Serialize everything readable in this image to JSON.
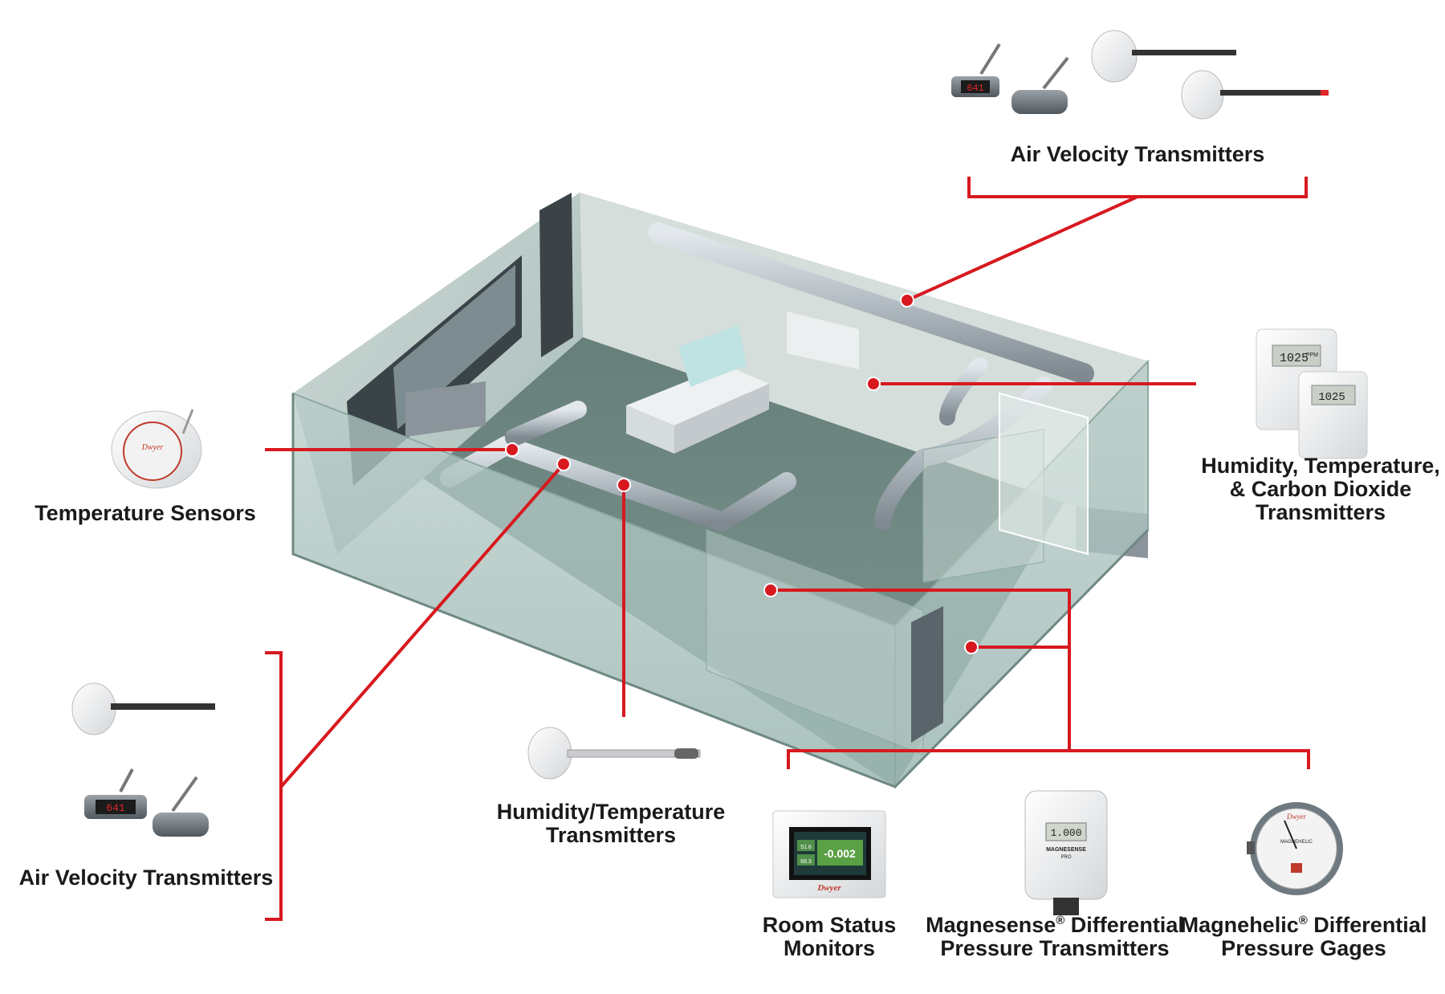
{
  "labels": {
    "air_velocity_top": "Air Velocity Transmitters",
    "hum_temp_co2": [
      "Humidity, Temperature,",
      "& Carbon Dioxide",
      "Transmitters"
    ],
    "temperature_sensors": "Temperature Sensors",
    "air_velocity_left": "Air Velocity Transmitters",
    "hum_temp": [
      "Humidity/Temperature",
      "Transmitters"
    ],
    "room_status": [
      "Room Status",
      "Monitors"
    ],
    "magnesense": {
      "name": "Magnesense",
      "reg": "®",
      "rest": " Differential",
      "line2": "Pressure Transmitters"
    },
    "magnehelic": {
      "name": "Magnehelic",
      "reg": "®",
      "rest": " Differential",
      "line2": "Pressure Gages"
    }
  },
  "device_text": {
    "display_value": "641",
    "co2_reading": "1025",
    "co2_unit": "PPM",
    "monitor_main": "-0.002",
    "monitor_small_1": "51.6",
    "monitor_small_2": "68.3",
    "brand": "Dwyer",
    "magnesense_reading": "1.000",
    "magnesense_label": "MAGNESENSE",
    "magnesense_sub": "PRO",
    "magnehelic_label": "MAGNEHELIC"
  },
  "colors": {
    "accent_red": "#d7191f",
    "room_glass": "#a9c4bf",
    "duct": "#b9c2c8"
  }
}
